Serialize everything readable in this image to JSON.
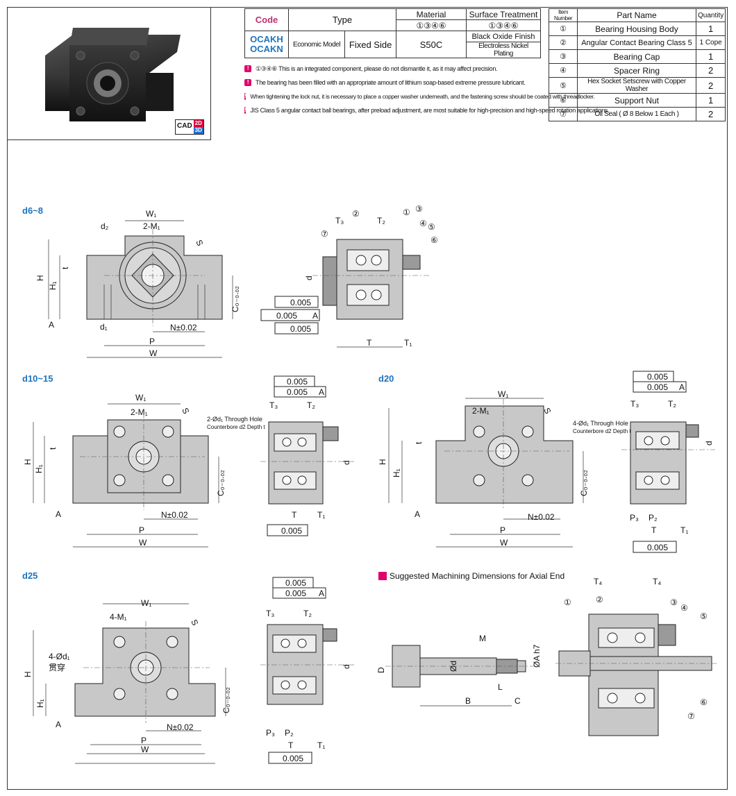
{
  "badge": {
    "cad": "CAD",
    "d2": "2D",
    "d3": "3D"
  },
  "type_table": {
    "code_header": "Code",
    "type_header": "Type",
    "material_header": "Material",
    "surface_header": "Surface Treatment",
    "material_parts": "①③④⑥",
    "surface_parts": "①③④⑥",
    "codes": [
      "OCAKH",
      "OCAKN"
    ],
    "type_economic": "Economic Model",
    "type_fixed": "Fixed Side",
    "material": "S50C",
    "surfaces": [
      "Black Oxide Finish",
      "Electroless Nickel Plating"
    ]
  },
  "notes": [
    "①③④⑥ This is an integrated component, please do not dismantle it, as it may affect precision.",
    "The bearing has been filled with an appropriate amount of lithium soap-based extreme pressure lubricant.",
    "When tightening the lock nut, it is necessary to place a copper washer underneath, and the fastening screw should be coated with threadlocker.",
    "JIS Class 5 angular contact ball bearings, after preload adjustment, are most suitable for high-precision and high-speed rotation applications."
  ],
  "parts_table": {
    "headers": [
      "Item Number",
      "Part Name",
      "Quantity"
    ],
    "rows": [
      {
        "no": "①",
        "name": "Bearing Housing Body",
        "qty": "1"
      },
      {
        "no": "②",
        "name": "Angular Contact Bearing Class 5",
        "qty": "1 Cope"
      },
      {
        "no": "③",
        "name": "Bearing Cap",
        "qty": "1"
      },
      {
        "no": "④",
        "name": "Spacer Ring",
        "qty": "2"
      },
      {
        "no": "⑤",
        "name": "Hex Socket Setscrew with Copper Washer",
        "qty": "2"
      },
      {
        "no": "⑥",
        "name": "Support Nut",
        "qty": "1"
      },
      {
        "no": "⑦",
        "name": "Oil Seal ( Ø 8 Below 1 Each )",
        "qty": "2"
      }
    ]
  },
  "sections": {
    "s1": "d6~8",
    "s2": "d10~15",
    "s3": "d20",
    "s4": "d25"
  },
  "suggest": "Suggested Machining Dimensions for Axial End",
  "dims": {
    "W": "W",
    "W1": "W₁",
    "P": "P",
    "N": "N±0.02",
    "H": "H",
    "H1": "H₁",
    "C": "C₀₋₀.₀₂",
    "t": "t",
    "d": "d",
    "d1": "d₁",
    "d2": "d₂",
    "S": "S",
    "M1_2": "2-M₁",
    "M1_4": "4-M₁",
    "T": "T",
    "T1": "T₁",
    "T2": "T₂",
    "T3": "T₃",
    "T4": "T₄",
    "P2": "P₂",
    "P3": "P₃",
    "A": "A",
    "tol1": "0.005",
    "tol2": "0.005",
    "tol3": "0.005",
    "thru2": "2-Ød₁ Through Hole",
    "thru4": "4-Ød₁ Through Hole",
    "cbore": "Counterbore d2 Depth t",
    "d25_hole": "4-Ød₁",
    "d25_thru": "贯穿",
    "D": "D",
    "Od": "Ød",
    "M": "M",
    "L": "L",
    "B": "B",
    "Cc": "C",
    "Ah7": "ØA h7"
  },
  "callouts": [
    "①",
    "②",
    "③",
    "④",
    "⑤",
    "⑥",
    "⑦"
  ]
}
